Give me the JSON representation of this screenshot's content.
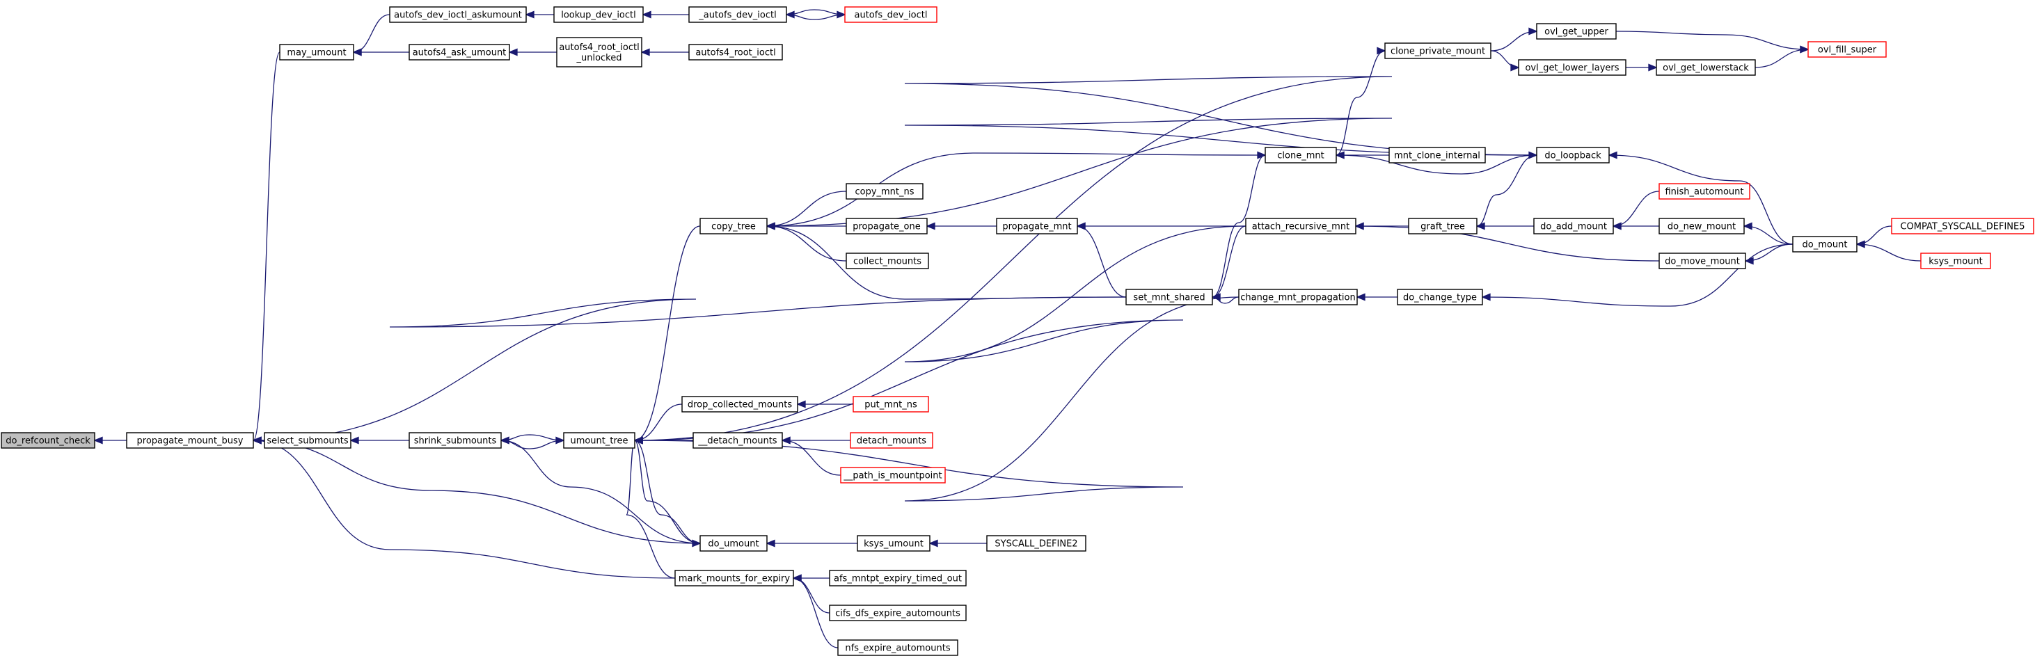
{
  "colors": {
    "edge": "#191970",
    "border_normal": "#000000",
    "border_truncated": "#ff0000",
    "fill_normal": "#ffffff",
    "fill_focus": "#bfbfbf"
  },
  "nodes": {
    "do_refcount_check": {
      "label": "do_refcount_check",
      "style": "focus"
    },
    "propagate_mount_busy": {
      "label": "propagate_mount_busy",
      "style": "normal"
    },
    "may_umount": {
      "label": "may_umount",
      "style": "normal"
    },
    "autofs_dev_ioctl_askumount": {
      "label": "autofs_dev_ioctl_askumount",
      "style": "normal"
    },
    "lookup_dev_ioctl": {
      "label": "lookup_dev_ioctl",
      "style": "normal"
    },
    "_autofs_dev_ioctl": {
      "label": "_autofs_dev_ioctl",
      "style": "normal"
    },
    "autofs_dev_ioctl": {
      "label": "autofs_dev_ioctl",
      "style": "truncated"
    },
    "autofs4_ask_umount": {
      "label": "autofs4_ask_umount",
      "style": "normal"
    },
    "autofs4_root_ioctl_unlocked": {
      "label": "autofs4_root_ioctl\n_unlocked",
      "style": "normal"
    },
    "autofs4_root_ioctl": {
      "label": "autofs4_root_ioctl",
      "style": "normal"
    },
    "select_submounts": {
      "label": "select_submounts",
      "style": "normal"
    },
    "shrink_submounts": {
      "label": "shrink_submounts",
      "style": "normal"
    },
    "umount_tree": {
      "label": "umount_tree",
      "style": "normal"
    },
    "copy_tree": {
      "label": "copy_tree",
      "style": "normal"
    },
    "copy_mnt_ns": {
      "label": "copy_mnt_ns",
      "style": "normal"
    },
    "propagate_one": {
      "label": "propagate_one",
      "style": "normal"
    },
    "collect_mounts": {
      "label": "collect_mounts",
      "style": "normal"
    },
    "propagate_mnt": {
      "label": "propagate_mnt",
      "style": "normal"
    },
    "set_mnt_shared": {
      "label": "set_mnt_shared",
      "style": "normal"
    },
    "clone_mnt": {
      "label": "clone_mnt",
      "style": "normal"
    },
    "mnt_clone_internal": {
      "label": "mnt_clone_internal",
      "style": "normal"
    },
    "clone_private_mount": {
      "label": "clone_private_mount",
      "style": "normal"
    },
    "ovl_get_upper": {
      "label": "ovl_get_upper",
      "style": "normal"
    },
    "ovl_get_lower_layers": {
      "label": "ovl_get_lower_layers",
      "style": "normal"
    },
    "ovl_get_lowerstack": {
      "label": "ovl_get_lowerstack",
      "style": "normal"
    },
    "ovl_fill_super": {
      "label": "ovl_fill_super",
      "style": "truncated"
    },
    "do_loopback": {
      "label": "do_loopback",
      "style": "normal"
    },
    "attach_recursive_mnt": {
      "label": "attach_recursive_mnt",
      "style": "normal"
    },
    "change_mnt_propagation": {
      "label": "change_mnt_propagation",
      "style": "normal"
    },
    "graft_tree": {
      "label": "graft_tree",
      "style": "normal"
    },
    "do_add_mount": {
      "label": "do_add_mount",
      "style": "normal"
    },
    "finish_automount": {
      "label": "finish_automount",
      "style": "truncated"
    },
    "do_new_mount": {
      "label": "do_new_mount",
      "style": "normal"
    },
    "do_move_mount": {
      "label": "do_move_mount",
      "style": "normal"
    },
    "do_mount": {
      "label": "do_mount",
      "style": "normal"
    },
    "COMPAT_SYSCALL_DEFINE5": {
      "label": "COMPAT_SYSCALL_DEFINE5",
      "style": "truncated"
    },
    "ksys_mount": {
      "label": "ksys_mount",
      "style": "truncated"
    },
    "do_change_type": {
      "label": "do_change_type",
      "style": "normal"
    },
    "drop_collected_mounts": {
      "label": "drop_collected_mounts",
      "style": "normal"
    },
    "put_mnt_ns": {
      "label": "put_mnt_ns",
      "style": "truncated"
    },
    "__detach_mounts": {
      "label": "__detach_mounts",
      "style": "normal"
    },
    "detach_mounts": {
      "label": "detach_mounts",
      "style": "truncated"
    },
    "__path_is_mountpoint": {
      "label": "__path_is_mountpoint",
      "style": "truncated"
    },
    "do_umount": {
      "label": "do_umount",
      "style": "normal"
    },
    "ksys_umount": {
      "label": "ksys_umount",
      "style": "normal"
    },
    "SYSCALL_DEFINE2": {
      "label": "SYSCALL_DEFINE2",
      "style": "normal"
    },
    "mark_mounts_for_expiry": {
      "label": "mark_mounts_for_expiry",
      "style": "normal"
    },
    "afs_mntpt_expiry_timed_out": {
      "label": "afs_mntpt_expiry_timed_out",
      "style": "normal"
    },
    "cifs_dfs_expire_automounts": {
      "label": "cifs_dfs_expire_automounts",
      "style": "normal"
    },
    "nfs_expire_automounts": {
      "label": "nfs_expire_automounts",
      "style": "normal"
    }
  },
  "edges": [
    [
      "propagate_mount_busy",
      "do_refcount_check"
    ],
    [
      "may_umount",
      "propagate_mount_busy"
    ],
    [
      "autofs_dev_ioctl_askumount",
      "may_umount"
    ],
    [
      "autofs4_ask_umount",
      "may_umount"
    ],
    [
      "lookup_dev_ioctl",
      "autofs_dev_ioctl_askumount"
    ],
    [
      "_autofs_dev_ioctl",
      "lookup_dev_ioctl"
    ],
    [
      "autofs_dev_ioctl",
      "_autofs_dev_ioctl"
    ],
    [
      "_autofs_dev_ioctl",
      "autofs_dev_ioctl"
    ],
    [
      "autofs4_root_ioctl_unlocked",
      "autofs4_ask_umount"
    ],
    [
      "autofs4_root_ioctl",
      "autofs4_root_ioctl_unlocked"
    ],
    [
      "select_submounts",
      "propagate_mount_busy"
    ],
    [
      "shrink_submounts",
      "select_submounts"
    ],
    [
      "umount_tree",
      "shrink_submounts"
    ],
    [
      "shrink_submounts",
      "umount_tree"
    ],
    [
      "do_umount",
      "shrink_submounts"
    ],
    [
      "do_umount",
      "propagate_mount_busy"
    ],
    [
      "mark_mounts_for_expiry",
      "propagate_mount_busy"
    ],
    [
      "set_mnt_shared",
      "propagate_mount_busy"
    ],
    [
      "do_loopback",
      "umount_tree"
    ],
    [
      "copy_tree",
      "umount_tree"
    ],
    [
      "attach_recursive_mnt",
      "umount_tree"
    ],
    [
      "drop_collected_mounts",
      "umount_tree"
    ],
    [
      "__detach_mounts",
      "umount_tree"
    ],
    [
      "change_mnt_propagation",
      "umount_tree"
    ],
    [
      "do_umount",
      "umount_tree"
    ],
    [
      "mark_mounts_for_expiry",
      "umount_tree"
    ],
    [
      "umount_tree",
      "do_umount"
    ],
    [
      "copy_mnt_ns",
      "copy_tree"
    ],
    [
      "propagate_one",
      "copy_tree"
    ],
    [
      "collect_mounts",
      "copy_tree"
    ],
    [
      "clone_mnt",
      "copy_tree"
    ],
    [
      "do_loopback",
      "copy_tree"
    ],
    [
      "set_mnt_shared",
      "copy_tree"
    ],
    [
      "propagate_mnt",
      "propagate_one"
    ],
    [
      "attach_recursive_mnt",
      "propagate_mnt"
    ],
    [
      "set_mnt_shared",
      "propagate_mnt"
    ],
    [
      "attach_recursive_mnt",
      "set_mnt_shared"
    ],
    [
      "change_mnt_propagation",
      "set_mnt_shared"
    ],
    [
      "set_mnt_shared",
      "clone_mnt"
    ],
    [
      "mnt_clone_internal",
      "clone_mnt"
    ],
    [
      "do_loopback",
      "clone_mnt"
    ],
    [
      "clone_mnt",
      "clone_private_mount"
    ],
    [
      "clone_private_mount",
      "ovl_get_upper"
    ],
    [
      "clone_private_mount",
      "ovl_get_lower_layers"
    ],
    [
      "ovl_get_upper",
      "ovl_fill_super"
    ],
    [
      "ovl_get_lower_layers",
      "ovl_get_lowerstack"
    ],
    [
      "ovl_get_lowerstack",
      "ovl_fill_super"
    ],
    [
      "graft_tree",
      "attach_recursive_mnt"
    ],
    [
      "do_move_mount",
      "attach_recursive_mnt"
    ],
    [
      "graft_tree",
      "do_loopback"
    ],
    [
      "do_add_mount",
      "graft_tree"
    ],
    [
      "finish_automount",
      "do_add_mount"
    ],
    [
      "do_new_mount",
      "do_add_mount"
    ],
    [
      "do_mount",
      "do_new_mount"
    ],
    [
      "do_mount",
      "do_move_mount"
    ],
    [
      "do_mount",
      "do_loopback"
    ],
    [
      "do_mount",
      "do_change_type"
    ],
    [
      "COMPAT_SYSCALL_DEFINE5",
      "do_mount"
    ],
    [
      "ksys_mount",
      "do_mount"
    ],
    [
      "do_change_type",
      "change_mnt_propagation"
    ],
    [
      "put_mnt_ns",
      "drop_collected_mounts"
    ],
    [
      "detach_mounts",
      "__detach_mounts"
    ],
    [
      "__path_is_mountpoint",
      "__detach_mounts"
    ],
    [
      "ksys_umount",
      "do_umount"
    ],
    [
      "SYSCALL_DEFINE2",
      "ksys_umount"
    ],
    [
      "afs_mntpt_expiry_timed_out",
      "mark_mounts_for_expiry"
    ],
    [
      "cifs_dfs_expire_automounts",
      "mark_mounts_for_expiry"
    ],
    [
      "nfs_expire_automounts",
      "mark_mounts_for_expiry"
    ]
  ]
}
